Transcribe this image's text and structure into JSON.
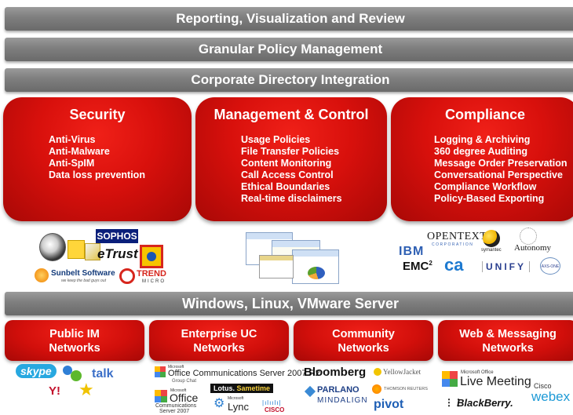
{
  "layers": {
    "reporting": "Reporting, Visualization and Review",
    "granular": "Granular Policy Management",
    "corporate": "Corporate Directory Integration",
    "platforms": "Windows, Linux, VMware Server"
  },
  "panels": {
    "security": {
      "title": "Security",
      "items": [
        "Anti-Virus",
        "Anti-Malware",
        "Anti-SpIM",
        "Data loss prevention"
      ]
    },
    "management": {
      "title": "Management & Control",
      "items": [
        "Usage Policies",
        "File Transfer Policies",
        "Content Monitoring",
        "Call Access Control",
        "Ethical Boundaries",
        "Real-time disclaimers"
      ]
    },
    "compliance": {
      "title": "Compliance",
      "items": [
        "Logging & Archiving",
        "360 degree Auditing",
        "Message Order Preservation",
        "Conversational Perspective",
        "Compliance Workflow",
        "Policy-Based Exporting"
      ]
    }
  },
  "networks": {
    "public": [
      "Public IM",
      "Networks"
    ],
    "enterprise": [
      "Enterprise UC",
      "Networks"
    ],
    "community": [
      "Community",
      "Networks"
    ],
    "web": [
      "Web & Messaging",
      "Networks"
    ]
  },
  "logos": {
    "sophos": "SOPHOS",
    "etrust": "eTrust",
    "sunbelt": "Sunbelt Software",
    "sunbelt_tag": "we keep the bad guys out",
    "trend": "TREND",
    "trend_sub": "MICRO",
    "opentext": "OPENTEXT",
    "opentext_sub": "CORPORATION",
    "ibm": "IBM",
    "symantec": "symantec",
    "autonomy": "Autonomy",
    "emc": "EMC",
    "emc_sup": "2",
    "ca": "ca",
    "unify": "UNIFY",
    "axs": "AXS-ONE",
    "skype": "skype",
    "talk": "talk",
    "yahoo": "Y!",
    "ms_small": "Microsoft",
    "ocs": "Office Communications Server 2007 R2",
    "group_chat": "Group Chat",
    "lotus": "Lotus.",
    "sametime": "Sametime",
    "office": "Office",
    "communications": "Communications",
    "server2007": "Server 2007",
    "lync": "Lync",
    "cisco": "CISCO",
    "bloomberg": "Bloomberg",
    "yellowjacket": "YellowJacket",
    "parlano": "PARLANO",
    "thomson": "THOMSON REUTERS",
    "mindalign": "MINDALIGN",
    "pivot": "pivot",
    "ms_office": "Microsoft Office",
    "livemeeting": "Live Meeting",
    "cisco_w": "Cisco",
    "webex": "webex",
    "blackberry": "BlackBerry."
  },
  "colors": {
    "panel_red": "#d8100c",
    "bar_grey": "#7e7e7e"
  }
}
